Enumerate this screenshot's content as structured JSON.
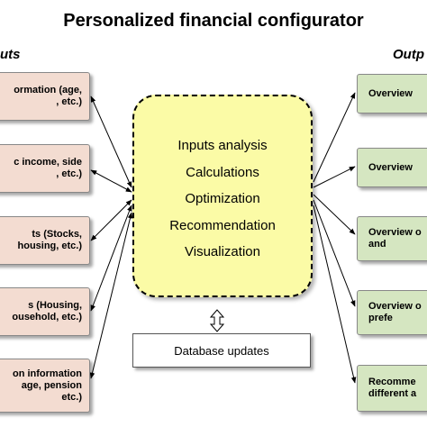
{
  "title": "Personalized financial configurator",
  "inputs_label": "uts",
  "outputs_label": "Outp",
  "inputs": [
    "ormation (age,\n, etc.)",
    "c income, side\n, etc.)",
    "ts (Stocks,\nhousing, etc.)",
    "s (Housing,\nousehold, etc.)",
    "on information\nage, pension\n etc.)"
  ],
  "outputs": [
    "Overview",
    "Overview",
    "Overview o\nand",
    "Overview o\nprefe",
    "Recomme\ndifferent a"
  ],
  "processes": [
    "Inputs analysis",
    "Calculations",
    "Optimization",
    "Recommendation",
    "Visualization"
  ],
  "database": "Database updates",
  "colors": {
    "input_fill": "#f3dcd1",
    "output_fill": "#d5e6c1",
    "center_fill": "#fbfba6"
  }
}
